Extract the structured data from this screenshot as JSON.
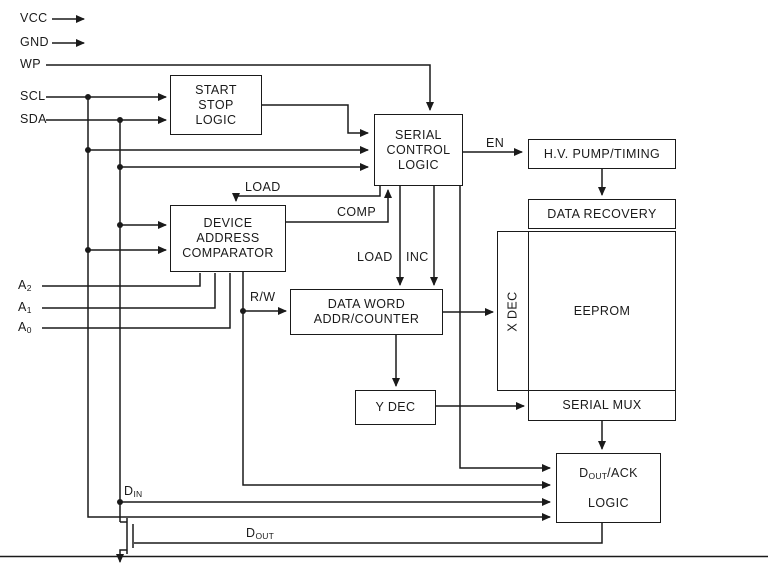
{
  "pins": {
    "vcc": "VCC",
    "gnd": "GND",
    "wp": "WP",
    "scl": "SCL",
    "sda": "SDA",
    "a2": {
      "base": "A",
      "sub": "2"
    },
    "a1": {
      "base": "A",
      "sub": "1"
    },
    "a0": {
      "base": "A",
      "sub": "0"
    },
    "din": {
      "base": "D",
      "sub": "IN"
    },
    "dout": {
      "base": "D",
      "sub": "OUT"
    }
  },
  "blocks": {
    "start_stop": "START\nSTOP\nLOGIC",
    "serial_control": "SERIAL\nCONTROL\nLOGIC",
    "hv_pump": "H.V. PUMP/TIMING",
    "data_recovery": "DATA RECOVERY",
    "comparator": "DEVICE\nADDRESS\nCOMPARATOR",
    "counter": "DATA WORD\nADDR/COUNTER",
    "x_dec": "X DEC",
    "eeprom": "EEPROM",
    "y_dec": "Y DEC",
    "serial_mux": "SERIAL MUX",
    "dout_ack": {
      "pre": "D",
      "sub": "OUT",
      "post": "/ACK",
      "line2": "LOGIC"
    }
  },
  "wire_labels": {
    "load_comparator": "LOAD",
    "comp": "COMP",
    "load_counter": "LOAD",
    "inc": "INC",
    "en": "EN",
    "rw": "R/W"
  },
  "colors": {
    "line": "#1a1a1a",
    "text": "#1a1a1a",
    "background": "#ffffff"
  }
}
